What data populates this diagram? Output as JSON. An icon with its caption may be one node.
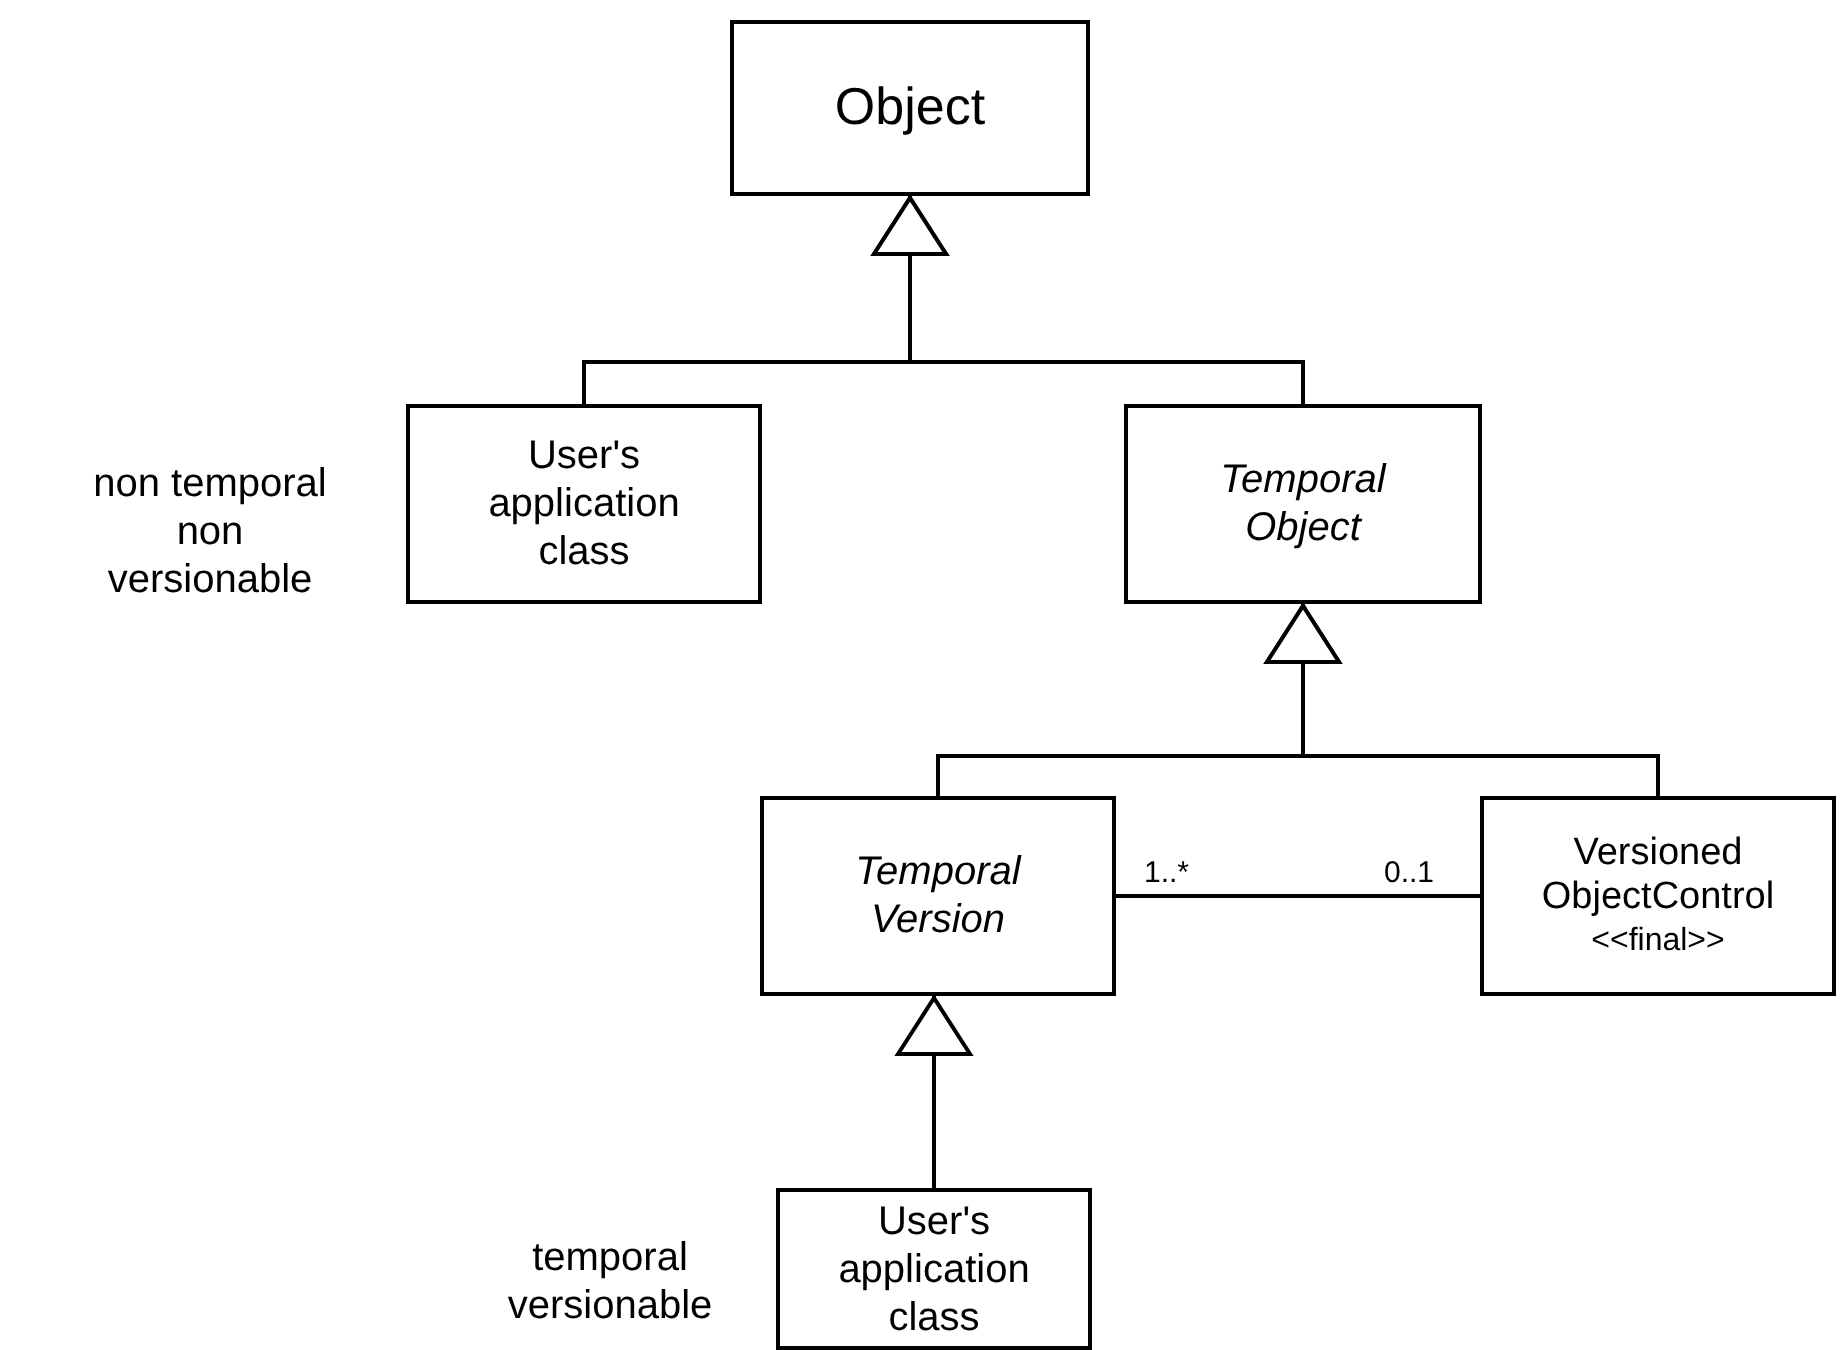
{
  "diagram": {
    "nodes": [
      {
        "text": [
          "Object"
        ]
      },
      {
        "text": [
          "User's application class"
        ],
        "beside": [
          "non temporal non versionable"
        ]
      },
      {
        "text": [
          "Temporal Object"
        ]
      },
      {
        "text": [
          "Temporal Version"
        ]
      },
      {
        "text": [
          "Versioned ObjectControl",
          "<<final>>"
        ]
      },
      {
        "text": [
          "User's application class"
        ],
        "beside": [
          "temporal versionable"
        ]
      }
    ],
    "edges": [
      {
        "from": 1,
        "to": 0,
        "arrow": "to"
      },
      {
        "from": 2,
        "to": 0,
        "arrow": "to"
      },
      {
        "from": 3,
        "to": 2,
        "arrow": "to"
      },
      {
        "from": 4,
        "to": 2,
        "arrow": "to"
      },
      {
        "from": 5,
        "to": 3,
        "arrow": "to"
      },
      {
        "from": 3,
        "to": 4,
        "arrow": "none"
      }
    ],
    "labels": [
      "1..*",
      "0..1"
    ]
  }
}
